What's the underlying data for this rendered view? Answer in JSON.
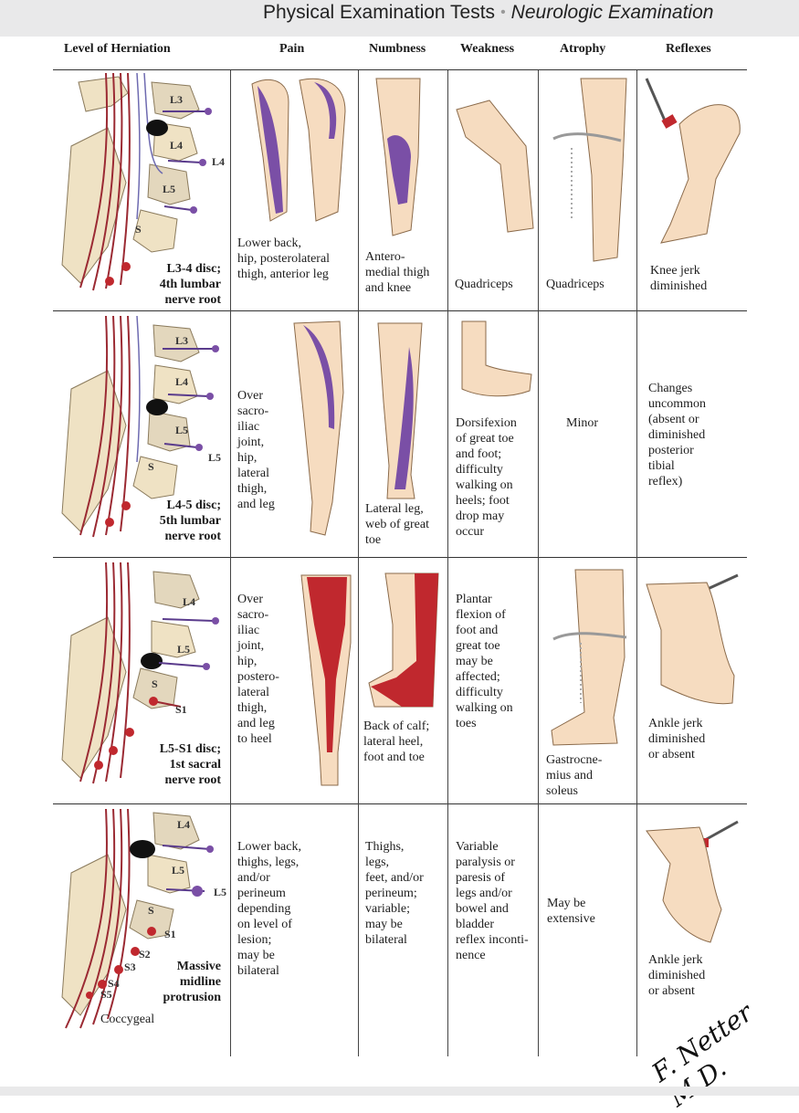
{
  "header": {
    "title_main": "Physical Examination Tests",
    "title_separator": "•",
    "title_sub": "Neurologic Examination"
  },
  "columns": [
    "Level of Herniation",
    "Pain",
    "Numbness",
    "Weakness",
    "Atrophy",
    "Reflexes"
  ],
  "rows": [
    {
      "level_labels": [
        "L3",
        "L4",
        "L5",
        "S"
      ],
      "root_label": "L4",
      "disc": "L3-4 disc;\n4th lumbar\nnerve root",
      "pain": "Lower back,\nhip, posterolateral\nthigh, anterior leg",
      "numbness": "Antero-\nmedial thigh\nand knee",
      "weakness": "Quadriceps",
      "atrophy": "Quadriceps",
      "reflexes": "Knee jerk\ndiminished"
    },
    {
      "level_labels": [
        "L3",
        "L4",
        "L5",
        "S"
      ],
      "root_label": "L5",
      "disc": "L4-5 disc;\n5th lumbar\nnerve root",
      "pain": "Over\nsacro-\niliac\njoint,\nhip,\nlateral\nthigh,\nand leg",
      "numbness": "Lateral leg,\nweb of great\ntoe",
      "weakness": "Dorsifexion\nof great toe\nand foot;\ndifficulty\nwalking on\nheels; foot\ndrop may\noccur",
      "atrophy": "Minor",
      "reflexes": "Changes\nuncommon\n(absent or\ndiminished\nposterior\ntibial\nreflex)"
    },
    {
      "level_labels": [
        "L4",
        "L5",
        "S"
      ],
      "root_label": "S1",
      "disc": "L5-S1 disc;\n1st sacral\nnerve root",
      "pain": "Over\nsacro-\niliac\njoint,\nhip,\npostero-\nlateral\nthigh,\nand leg\nto heel",
      "numbness": "Back of calf;\nlateral heel,\nfoot and toe",
      "weakness": "Plantar\nflexion of\nfoot and\ngreat toe\nmay be\naffected;\ndifficulty\nwalking on\ntoes",
      "atrophy": "Gastrocne-\nmius and\nsoleus",
      "reflexes": "Ankle jerk\ndiminished\nor absent"
    },
    {
      "level_labels": [
        "L4",
        "L5",
        "S"
      ],
      "root_label": "L5",
      "sacral_labels": [
        "S1",
        "S2",
        "S3",
        "S4",
        "S5"
      ],
      "coccygeal_label": "Coccygeal",
      "disc": "Massive\nmidline\nprotrusion",
      "pain": "Lower back,\nthighs, legs,\nand/or\nperineum\ndepending\non level of\nlesion;\nmay be\nbilateral",
      "numbness": "Thighs,\nlegs,\nfeet,  and/or\nperineum;\nvariable;\nmay be\nbilateral",
      "weakness": "Variable\nparalysis or\nparesis of\nlegs and/or\nbowel and\nbladder\nreflex inconti-\nnence",
      "atrophy": "May be\nextensive",
      "reflexes": "Ankle jerk\ndiminished\nor absent"
    }
  ],
  "signature": "F. Netter M.D.",
  "colors": {
    "purple": "#7a4fa6",
    "red": "#c0282e",
    "skin": "#f6dcc0",
    "bone": "#efe2c4",
    "nerve": "#9b2a33",
    "header_bg": "#e9e9ea"
  }
}
